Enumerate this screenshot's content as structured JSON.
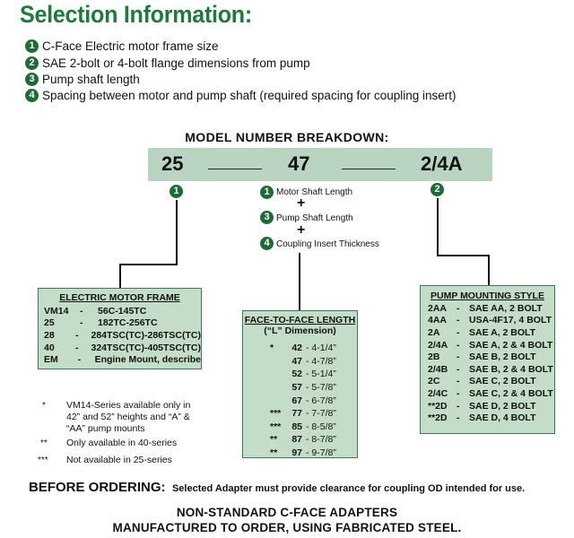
{
  "title": "Selection Information:",
  "intro": [
    {
      "num": "1",
      "text": "C-Face Electric motor frame size"
    },
    {
      "num": "2",
      "text": "SAE 2-bolt or 4-bolt flange dimensions from pump"
    },
    {
      "num": "3",
      "text": "Pump shaft length"
    },
    {
      "num": "4",
      "text": "Spacing between motor and pump shaft (required spacing for coupling insert)"
    }
  ],
  "breakdown": {
    "heading": "MODEL NUMBER BREAKDOWN:",
    "seg1": "25",
    "seg2": "47",
    "seg3": "2/4A",
    "marker_left": "1",
    "marker_right": "2",
    "center": {
      "n1": "1",
      "l1": "Motor Shaft Length",
      "plus": "+",
      "n3": "3",
      "l3": "Pump Shaft Length",
      "n4": "4",
      "l4": "Coupling Insert Thickness"
    }
  },
  "motor_frame": {
    "title": "ELECTRIC MOTOR FRAME",
    "rows": [
      {
        "code": "VM14",
        "dash": "-",
        "desc": "56C-145TC"
      },
      {
        "code": "25",
        "dash": "-",
        "desc": "182TC-256TC"
      },
      {
        "code": "28",
        "dash": "-",
        "desc": "284TSC(TC)-286TSC(TC)"
      },
      {
        "code": "40",
        "dash": "-",
        "desc": "324TSC(TC)-405TSC(TC)"
      },
      {
        "code": "EM",
        "dash": "-",
        "desc": "Engine Mount, describe"
      }
    ]
  },
  "face_to_face": {
    "title": "FACE-TO-FACE LENGTH",
    "subtitle": "(“L” Dimension)",
    "rows": [
      {
        "mark": "*",
        "code": "42",
        "val": "- 4-1/4”"
      },
      {
        "mark": "",
        "code": "47",
        "val": "- 4-7/8”"
      },
      {
        "mark": "",
        "code": "52",
        "val": "- 5-1/4”"
      },
      {
        "mark": "",
        "code": "57",
        "val": "- 5-7/8”"
      },
      {
        "mark": "",
        "code": "67",
        "val": "- 6-7/8”"
      },
      {
        "mark": "***",
        "code": "77",
        "val": "- 7-7/8”"
      },
      {
        "mark": "***",
        "code": "85",
        "val": "- 8-5/8”"
      },
      {
        "mark": "**",
        "code": "87",
        "val": "- 8-7/8”"
      },
      {
        "mark": "**",
        "code": "97",
        "val": "- 9-7/8”"
      }
    ]
  },
  "pump_mounting": {
    "title": "PUMP MOUNTING STYLE",
    "rows": [
      {
        "code": "2AA",
        "dash": "-",
        "desc": "SAE AA, 2 BOLT"
      },
      {
        "code": "4AA",
        "dash": "-",
        "desc": "USA-4F17, 4 BOLT"
      },
      {
        "code": "2A",
        "dash": "-",
        "desc": "SAE A, 2 BOLT"
      },
      {
        "code": "2/4A",
        "dash": "-",
        "desc": "SAE A, 2 & 4 BOLT"
      },
      {
        "code": "2B",
        "dash": "-",
        "desc": "SAE B, 2 BOLT"
      },
      {
        "code": "2/4B",
        "dash": "-",
        "desc": "SAE B, 2 & 4 BOLT"
      },
      {
        "code": "2C",
        "dash": "-",
        "desc": "SAE C, 2 BOLT"
      },
      {
        "code": "2/4C",
        "dash": "-",
        "desc": "SAE C, 2 & 4 BOLT"
      },
      {
        "code": "**2D",
        "dash": "-",
        "desc": "SAE D, 2 BOLT"
      },
      {
        "code": "**2D",
        "dash": "-",
        "desc": "SAE D, 4 BOLT"
      }
    ]
  },
  "notes": [
    {
      "mark": "*",
      "text": "VM14-Series available only in 42” and 52” heights and “A” & “AA” pump mounts"
    },
    {
      "mark": "**",
      "text": "Only available in 40-series"
    },
    {
      "mark": "***",
      "text": "Not available in 25-series"
    }
  ],
  "before_ordering": {
    "heading": "BEFORE ORDERING:",
    "text": "Selected Adapter must provide clearance for coupling OD intended for use."
  },
  "footer": {
    "line1": "NON-STANDARD C-FACE ADAPTERS",
    "line2": "MANUFACTURED TO ORDER, USING FABRICATED STEEL."
  },
  "colors": {
    "title_green": "#1f7a3c",
    "box_fill": "#c4ddc8",
    "bar_fill": "#b9d5c2",
    "circle": "#1f6b37"
  }
}
